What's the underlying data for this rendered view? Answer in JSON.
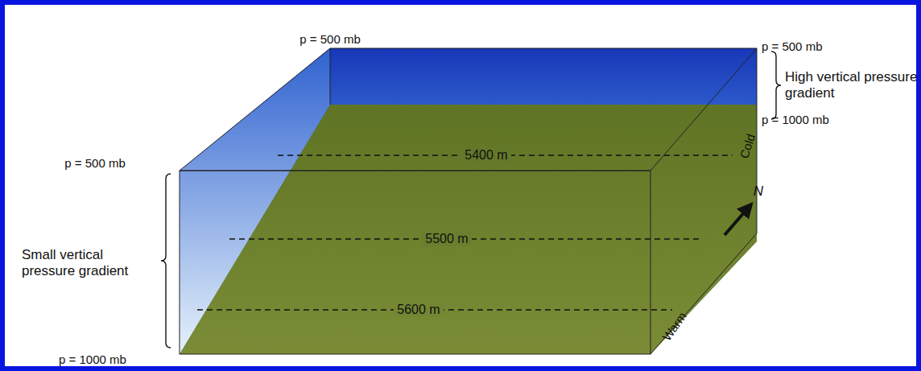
{
  "diagram": {
    "labels": [
      "p = 500 mb",
      "p = 500 mb",
      "High vertical pressure gradient",
      "p = 1000 mb",
      "p = 500 mb",
      "5400 m",
      "Cold",
      "N",
      "5500 m",
      "Small vertical pressure gradient",
      "5600 m",
      "Warm",
      "p = 1000 mb"
    ]
  }
}
